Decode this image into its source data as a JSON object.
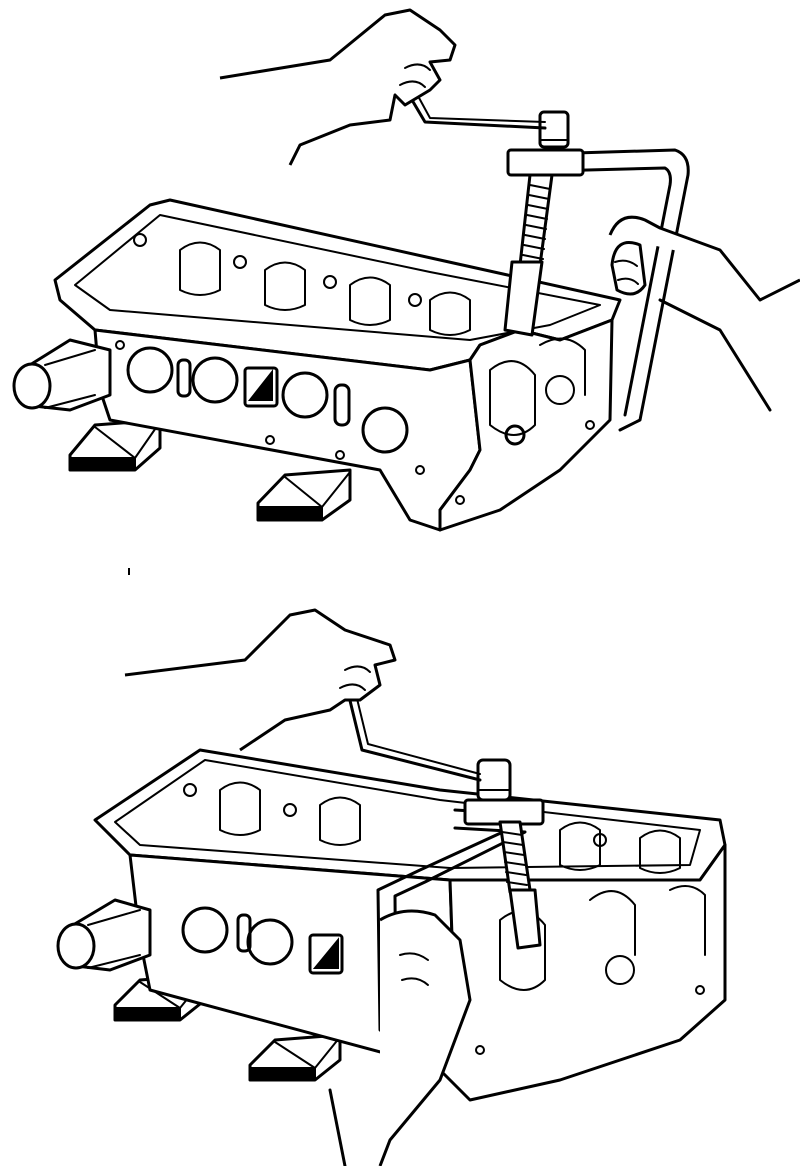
{
  "figure": {
    "panels": [
      {
        "id": "top",
        "subject": "cylinder-head",
        "tool": "valve-spring-compressor",
        "hand_grip": "crank-handle",
        "jaw_side": "right"
      },
      {
        "id": "bottom",
        "subject": "cylinder-head",
        "tool": "valve-spring-compressor",
        "hand_grip": "crank-handle",
        "jaw_side": "front"
      }
    ],
    "colors": {
      "ink": "#000000",
      "paper": "#ffffff"
    }
  }
}
